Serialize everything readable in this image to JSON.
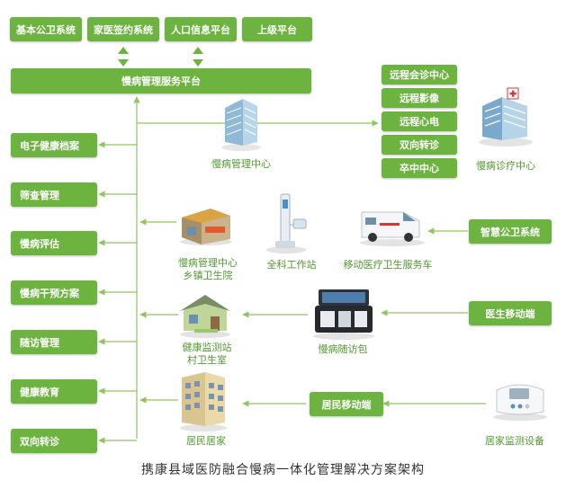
{
  "top_systems": [
    "基本公卫系统",
    "家医签约系统",
    "人口信息平台",
    "上级平台"
  ],
  "platform": "慢病管理服务平台",
  "left_modules": [
    "电子健康档案",
    "筛查管理",
    "慢病评估",
    "慢病干预方案",
    "随访管理",
    "健康教育",
    "双向转诊"
  ],
  "remote_services": [
    "远程会诊中心",
    "远程影像",
    "远程心电",
    "双向转诊",
    "卒中中心"
  ],
  "right_sources": [
    "智慧公卫系统",
    "医生移动端",
    "居民移动端"
  ],
  "labels": {
    "management_center": "慢病管理中心",
    "diagnosis_center": "慢病诊疗中心",
    "township_line1": "慢病管理中心",
    "township_line2": "乡镇卫生院",
    "workstation": "全科工作站",
    "vehicle": "移动医疗卫生服务车",
    "monitor_line1": "健康监测站",
    "monitor_line2": "村卫生室",
    "followup_kit": "慢病随访包",
    "home": "居民居家",
    "home_device": "居家监测设备"
  },
  "caption": "携康县域医防融合慢病一体化管理解决方案架构",
  "colors": {
    "green": "#6cb33f",
    "line": "#8cc660",
    "label": "#4f9a2c"
  }
}
